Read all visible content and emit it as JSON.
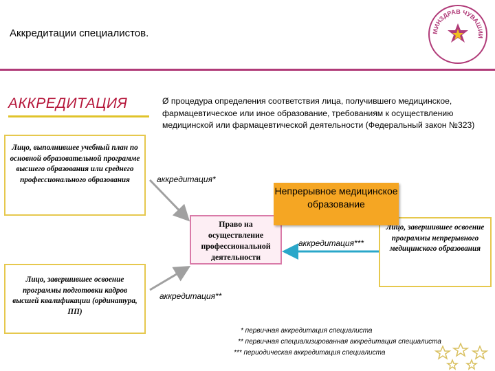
{
  "header": {
    "title": "Аккредитации специалистов.",
    "logo_text": "МИНЗДРАВ ЧУВАШИИ",
    "logo_icon": "star-emblem-icon"
  },
  "main": {
    "heading": "АККРЕДИТАЦИЯ",
    "definition": "Ø процедура определения соответствия лица, получившего медицинское, фармацевтическое или иное образование, требованиям к осуществлению медицинской или фармацевтической деятельности (Федеральный закон №323)",
    "box_graduate": "Лицо, выполнившее учебный план по основной образовательной программе высшего образования или среднего профессионального образования",
    "box_residency": "Лицо, завершившее освоение программы подготовки кадров высшей квалификации (ординатура, ПП)",
    "box_continuing": "Лицо, завершившее освоение программы непрерывного медицинского образования",
    "center_box": "Право на осуществление профессиональной деятельности",
    "orange_box": "Непрерывное медицинское образование",
    "label_primary": "аккредитация*",
    "label_periodic": "аккредитация***",
    "label_specialized": "аккредитация**"
  },
  "footnotes": [
    "* первичная аккредитация специалиста",
    "** первичная специализированная аккредитация специалиста",
    "*** периодическая аккредитация специалиста"
  ],
  "colors": {
    "accent_heading": "#b5163a",
    "box_border": "#e6c84d",
    "orange_box": "#f5a623",
    "center_fill": "#fdeef4",
    "arrow_gray": "#a0a0a0",
    "arrow_blue": "#2aa7c9"
  }
}
